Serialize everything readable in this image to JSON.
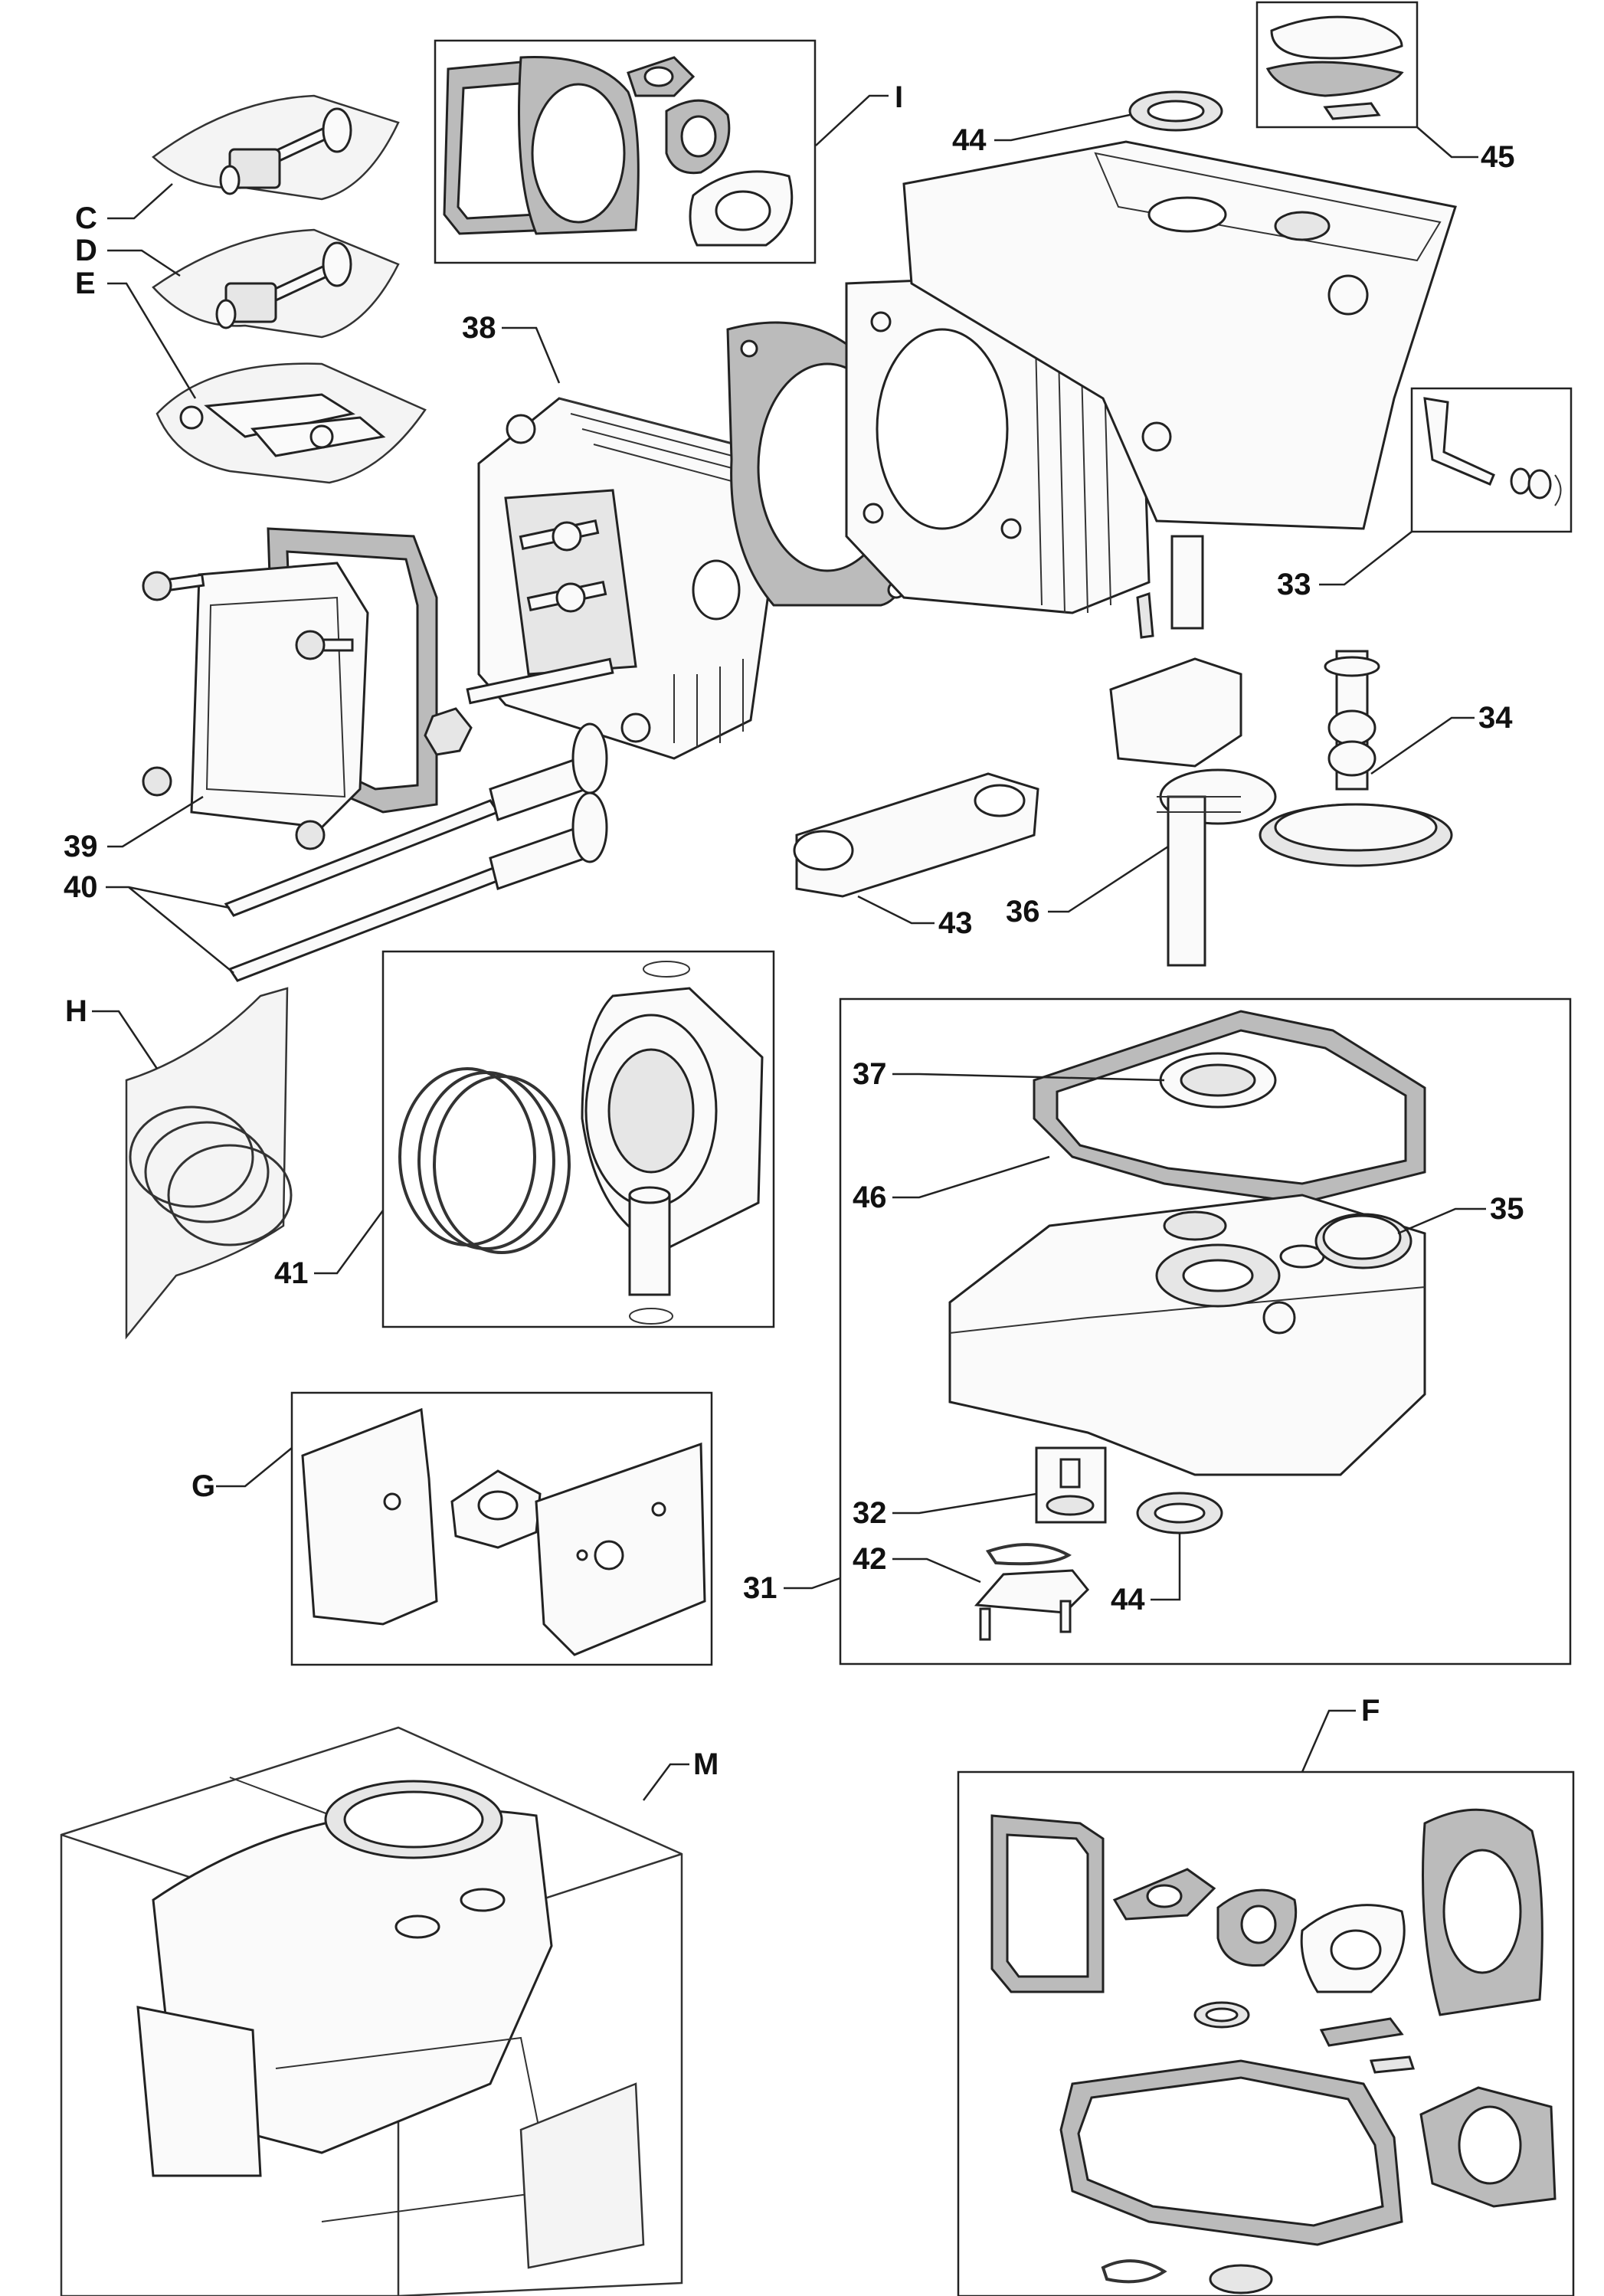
{
  "labels": {
    "C": "C",
    "D": "D",
    "E": "E",
    "I": "I",
    "p44a": "44",
    "p45": "45",
    "p38": "38",
    "p33": "33",
    "p34": "34",
    "p39": "39",
    "p40": "40",
    "p43": "43",
    "p36": "36",
    "H": "H",
    "p37": "37",
    "p46": "46",
    "p35": "35",
    "p41": "41",
    "G": "G",
    "p32": "32",
    "p42": "42",
    "p31": "31",
    "p44b": "44",
    "M": "M",
    "F": "F"
  },
  "colors": {
    "line": "#222222",
    "gasket": "#bbbbbb",
    "background": "#ffffff"
  }
}
